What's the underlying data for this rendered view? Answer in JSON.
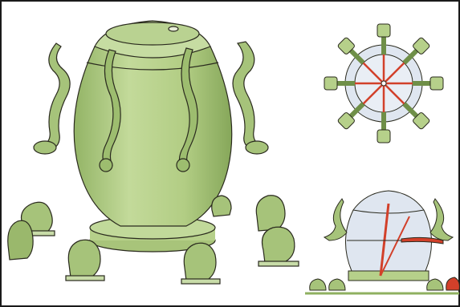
{
  "figure": {
    "description_free": true,
    "colors": {
      "vessel_green": "#b6d08a",
      "vessel_green_dark": "#8fb060",
      "outline": "#2a2a1e",
      "pendulum_red": "#d2402a",
      "inner_blue": "#dfe6f0",
      "background": "#ffffff",
      "border": "#1a1a1a"
    },
    "panels": [
      {
        "name": "main-vessel-illustration"
      },
      {
        "name": "top-view-diagram",
        "spokes": 8
      },
      {
        "name": "cross-section-diagram"
      }
    ]
  }
}
